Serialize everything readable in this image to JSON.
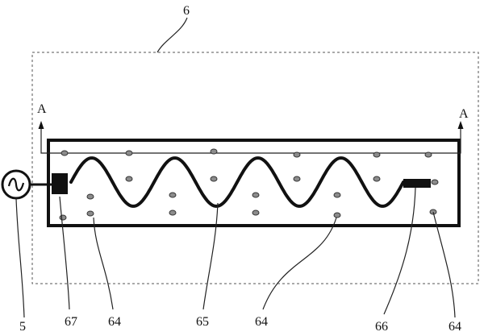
{
  "labels": {
    "region": "6",
    "source": "5",
    "electrode_left": "67",
    "particles_left": "64",
    "wire": "65",
    "particles_mid": "64",
    "electrode_right": "66",
    "particles_right": "64",
    "section_left": "A",
    "section_right": "A"
  },
  "icons": {
    "source": "ac-source-icon"
  },
  "colors": {
    "ink": "#111111",
    "particle_fill": "#8c8c8c",
    "dashed": "#555555"
  }
}
